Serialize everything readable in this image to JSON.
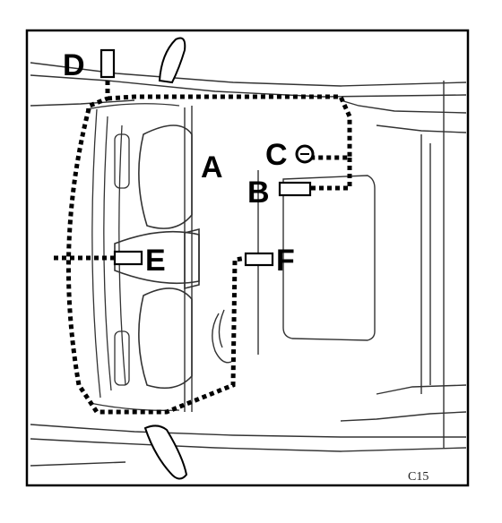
{
  "labels": {
    "A": "A",
    "B": "B",
    "C": "C",
    "D": "D",
    "E": "E",
    "F": "F"
  },
  "figure_code": "C15",
  "colors": {
    "ink": "#000000",
    "line": "#2a2a2a",
    "paper": "#ffffff"
  }
}
